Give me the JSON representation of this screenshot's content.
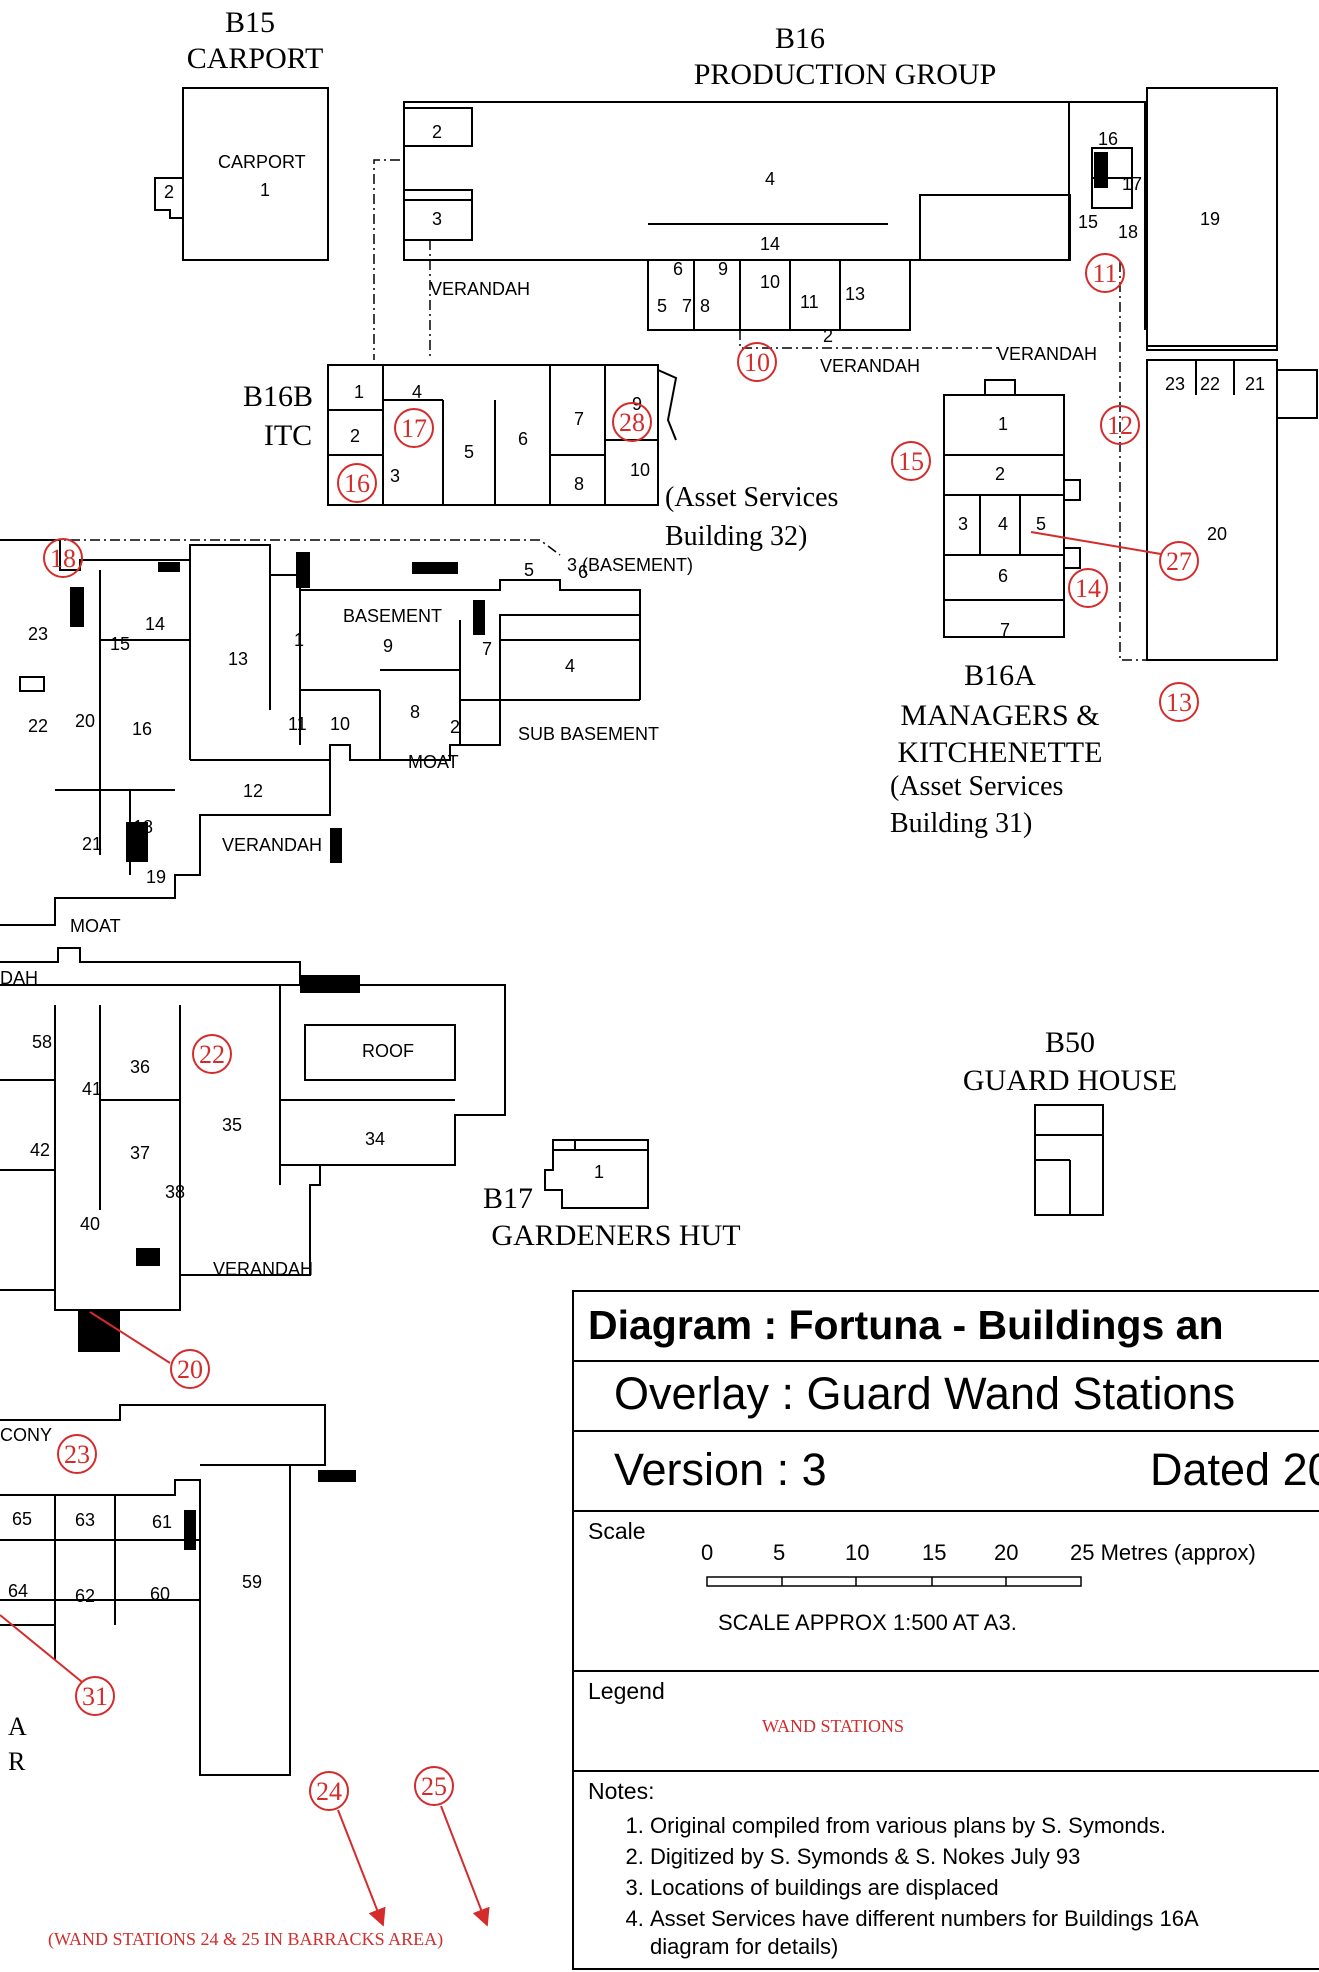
{
  "buildings": {
    "b15": {
      "id": "B15",
      "name": "CARPORT",
      "room_label": "CARPORT"
    },
    "b16": {
      "id": "B16",
      "name": "PRODUCTION GROUP"
    },
    "b16b": {
      "id": "B16B",
      "name": "ITC",
      "asset_line1": "(Asset Services",
      "asset_line2": "Building 32)"
    },
    "b16a": {
      "id": "B16A",
      "name_line1": "MANAGERS &",
      "name_line2": "KITCHENETTE",
      "asset_line1": "(Asset Services",
      "asset_line2": "Building 31)"
    },
    "b50": {
      "id": "B50",
      "name": "GUARD HOUSE"
    },
    "b17": {
      "id": "B17",
      "name": "GARDENERS HUT"
    }
  },
  "labels": {
    "verandah": "VERANDAH",
    "basement": "BASEMENT",
    "basement3": "3 (BASEMENT)",
    "sub_basement": "SUB BASEMENT",
    "moat": "MOAT",
    "roof": "ROOF",
    "dah": "DAH",
    "cony": "CONY",
    "left_a": "A",
    "left_r": "R"
  },
  "room_numbers": {
    "b15": [
      "1",
      "2"
    ],
    "b16": [
      "2",
      "3",
      "4",
      "5",
      "6",
      "7",
      "8",
      "9",
      "10",
      "11",
      "13",
      "14",
      "2",
      "16",
      "17",
      "15",
      "18",
      "19",
      "23",
      "22",
      "21",
      "20"
    ],
    "b16b": [
      "1",
      "2",
      "3",
      "4",
      "5",
      "6",
      "7",
      "8",
      "9",
      "10"
    ],
    "b16a": [
      "1",
      "2",
      "3",
      "4",
      "5",
      "6",
      "7"
    ],
    "main": [
      "23",
      "22",
      "14",
      "15",
      "16",
      "13",
      "20",
      "21",
      "18",
      "19",
      "12",
      "1",
      "11",
      "10",
      "9",
      "8",
      "2",
      "7",
      "5",
      "6",
      "4"
    ],
    "lower": [
      "58",
      "36",
      "35",
      "41",
      "42",
      "37",
      "34",
      "38",
      "40",
      "65",
      "63",
      "61",
      "64",
      "62",
      "60",
      "59"
    ],
    "b17": [
      "1"
    ]
  },
  "wand_stations": [
    "11",
    "10",
    "17",
    "28",
    "16",
    "15",
    "12",
    "27",
    "14",
    "13",
    "18",
    "22",
    "20",
    "23",
    "31",
    "24",
    "25"
  ],
  "barracks_note": "(WAND STATIONS 24 & 25 IN BARRACKS AREA)",
  "title_block": {
    "diagram": "Diagram : Fortuna - Buildings an",
    "overlay": "Overlay : Guard Wand Stations",
    "version": "Version : 3",
    "dated": "Dated 20",
    "scale_label": "Scale",
    "scale_ticks": [
      "0",
      "5",
      "10",
      "15",
      "20"
    ],
    "scale_end": "25 Metres (approx)",
    "scale_note": "SCALE APPROX 1:500 AT A3.",
    "legend_label": "Legend",
    "legend_item": "WAND STATIONS",
    "notes_label": "Notes:",
    "notes": [
      "Original compiled from various plans by S. Symonds.",
      "Digitized by S. Symonds & S. Nokes July 93",
      "Locations of buildings are displaced",
      "Asset Services have different numbers for Buildings 16A"
    ],
    "notes_continuation": "diagram for details)"
  },
  "colors": {
    "wand": "#d42b2b",
    "line": "#000000"
  }
}
